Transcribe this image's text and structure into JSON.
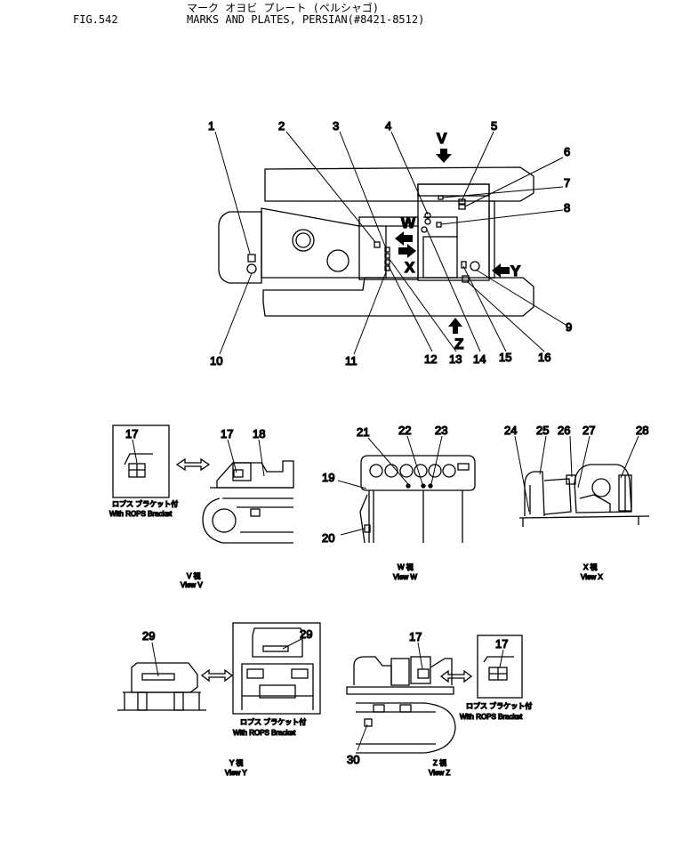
{
  "header": {
    "jp_title": "マーク オヨビ プレート (ペルシャゴ)",
    "fig_number": "FIG.542",
    "title": "MARKS AND PLATES, PERSIAN(#8421-8512)"
  },
  "callouts": [
    "1",
    "2",
    "3",
    "4",
    "5",
    "6",
    "7",
    "8",
    "9",
    "10",
    "11",
    "12",
    "13",
    "14",
    "15",
    "16",
    "17",
    "18",
    "19",
    "20",
    "21",
    "22",
    "23",
    "24",
    "25",
    "26",
    "27",
    "28",
    "29",
    "30"
  ],
  "view_letters": {
    "v": "V",
    "w": "W",
    "x": "X",
    "y": "Y",
    "z": "Z"
  },
  "view_captions": {
    "v_jp": "V 視",
    "v": "View V",
    "w_jp": "W 視",
    "w": "View W",
    "x_jp": "X 視",
    "x": "View X",
    "y_jp": "Y 視",
    "y": "View Y",
    "z_jp": "Z 視",
    "z": "View Z"
  },
  "rops": {
    "jp": "ロプス ブラケット付",
    "en": "With ROPS Bracket"
  }
}
